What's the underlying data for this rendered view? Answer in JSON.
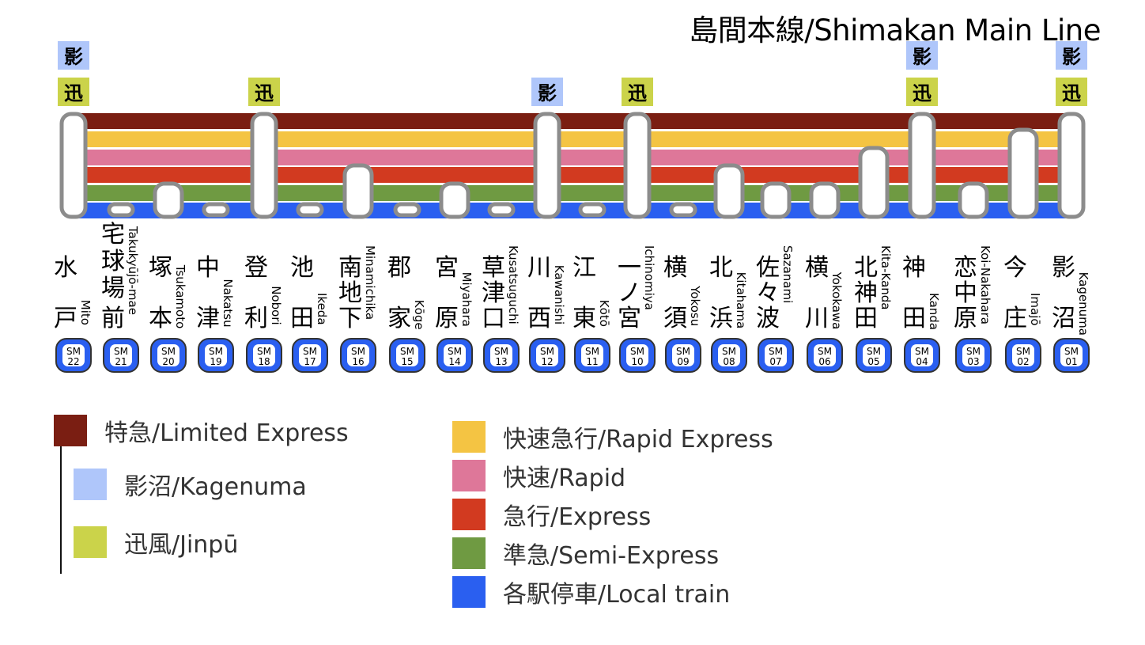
{
  "title": "島間本線/Shimakan Main Line",
  "colors": {
    "limited_express": "#7A1E12",
    "rapid_express": "#F4C443",
    "rapid": "#DE7799",
    "express": "#D23A20",
    "semi_express": "#6F9A42",
    "local": "#2A5FF0",
    "kagenuma": "#AFC6FA",
    "jinpu": "#CBD34A",
    "pill_border": "#8C8C8C",
    "badge_blue": "#2A5FF0"
  },
  "services": [
    {
      "key": "limited_express",
      "label": "特急/Limited Express"
    },
    {
      "key": "rapid_express",
      "label": "快速急行/Rapid Express"
    },
    {
      "key": "rapid",
      "label": "快速/Rapid"
    },
    {
      "key": "express",
      "label": "急行/Express"
    },
    {
      "key": "semi_express",
      "label": "準急/Semi-Express"
    },
    {
      "key": "local",
      "label": "各駅停車/Local train"
    }
  ],
  "named_trains": [
    {
      "key": "kagenuma",
      "label": "影沼/Kagenuma",
      "mark": "影"
    },
    {
      "key": "jinpu",
      "label": "迅風/Jinpū",
      "mark": "迅"
    }
  ],
  "stations": [
    {
      "kanji": [
        "水",
        "戸"
      ],
      "romaji": "Mito",
      "code": "SM",
      "num": "22",
      "stop_level": 0,
      "kagenuma": true,
      "jinpu": true
    },
    {
      "kanji": [
        "宅",
        "球",
        "場",
        "前"
      ],
      "romaji": "Takukyūjō-mae",
      "code": "SM",
      "num": "21",
      "stop_level": 5,
      "kagenuma": false,
      "jinpu": false
    },
    {
      "kanji": [
        "塚",
        "本"
      ],
      "romaji": "Tsukamoto",
      "code": "SM",
      "num": "20",
      "stop_level": 4,
      "kagenuma": false,
      "jinpu": false
    },
    {
      "kanji": [
        "中",
        "津"
      ],
      "romaji": "Nakatsu",
      "code": "SM",
      "num": "19",
      "stop_level": 5,
      "kagenuma": false,
      "jinpu": false
    },
    {
      "kanji": [
        "登",
        "利"
      ],
      "romaji": "Nobori",
      "code": "SM",
      "num": "18",
      "stop_level": 0,
      "kagenuma": false,
      "jinpu": true
    },
    {
      "kanji": [
        "池",
        "田"
      ],
      "romaji": "Ikeda",
      "code": "SM",
      "num": "17",
      "stop_level": 5,
      "kagenuma": false,
      "jinpu": false
    },
    {
      "kanji": [
        "南",
        "地",
        "下"
      ],
      "romaji": "Minamichika",
      "code": "SM",
      "num": "16",
      "stop_level": 3,
      "kagenuma": false,
      "jinpu": false
    },
    {
      "kanji": [
        "郡",
        "家"
      ],
      "romaji": "Kōge",
      "code": "SM",
      "num": "15",
      "stop_level": 5,
      "kagenuma": false,
      "jinpu": false
    },
    {
      "kanji": [
        "宮",
        "原"
      ],
      "romaji": "Miyahara",
      "code": "SM",
      "num": "14",
      "stop_level": 4,
      "kagenuma": false,
      "jinpu": false
    },
    {
      "kanji": [
        "草",
        "津",
        "口"
      ],
      "romaji": "Kusatsuguchi",
      "code": "SM",
      "num": "13",
      "stop_level": 5,
      "kagenuma": false,
      "jinpu": false
    },
    {
      "kanji": [
        "川",
        "西"
      ],
      "romaji": "Kawanishi",
      "code": "SM",
      "num": "12",
      "stop_level": 0,
      "kagenuma": true,
      "jinpu": false
    },
    {
      "kanji": [
        "江",
        "東"
      ],
      "romaji": "Kōtō",
      "code": "SM",
      "num": "11",
      "stop_level": 5,
      "kagenuma": false,
      "jinpu": false
    },
    {
      "kanji": [
        "一",
        "ノ",
        "宮"
      ],
      "romaji": "Ichinomiya",
      "code": "SM",
      "num": "10",
      "stop_level": 0,
      "kagenuma": false,
      "jinpu": true
    },
    {
      "kanji": [
        "横",
        "須"
      ],
      "romaji": "Yokosu",
      "code": "SM",
      "num": "09",
      "stop_level": 5,
      "kagenuma": false,
      "jinpu": false
    },
    {
      "kanji": [
        "北",
        "浜"
      ],
      "romaji": "Kitahama",
      "code": "SM",
      "num": "08",
      "stop_level": 3,
      "kagenuma": false,
      "jinpu": false
    },
    {
      "kanji": [
        "佐",
        "々",
        "波"
      ],
      "romaji": "Sazanami",
      "code": "SM",
      "num": "07",
      "stop_level": 4,
      "kagenuma": false,
      "jinpu": false
    },
    {
      "kanji": [
        "横",
        "川"
      ],
      "romaji": "Yokokawa",
      "code": "SM",
      "num": "06",
      "stop_level": 4,
      "kagenuma": false,
      "jinpu": false
    },
    {
      "kanji": [
        "北",
        "神",
        "田"
      ],
      "romaji": "Kita-Kanda",
      "code": "SM",
      "num": "05",
      "stop_level": 2,
      "kagenuma": false,
      "jinpu": false
    },
    {
      "kanji": [
        "神",
        "田"
      ],
      "romaji": "Kanda",
      "code": "SM",
      "num": "04",
      "stop_level": 0,
      "kagenuma": true,
      "jinpu": true
    },
    {
      "kanji": [
        "恋",
        "中",
        "原"
      ],
      "romaji": "Koi-Nakahara",
      "code": "SM",
      "num": "03",
      "stop_level": 4,
      "kagenuma": false,
      "jinpu": false
    },
    {
      "kanji": [
        "今",
        "庄"
      ],
      "romaji": "Imajō",
      "code": "SM",
      "num": "02",
      "stop_level": 1,
      "kagenuma": false,
      "jinpu": false
    },
    {
      "kanji": [
        "影",
        "沼"
      ],
      "romaji": "Kagenuma",
      "code": "SM",
      "num": "01",
      "stop_level": 0,
      "kagenuma": true,
      "jinpu": true
    }
  ]
}
